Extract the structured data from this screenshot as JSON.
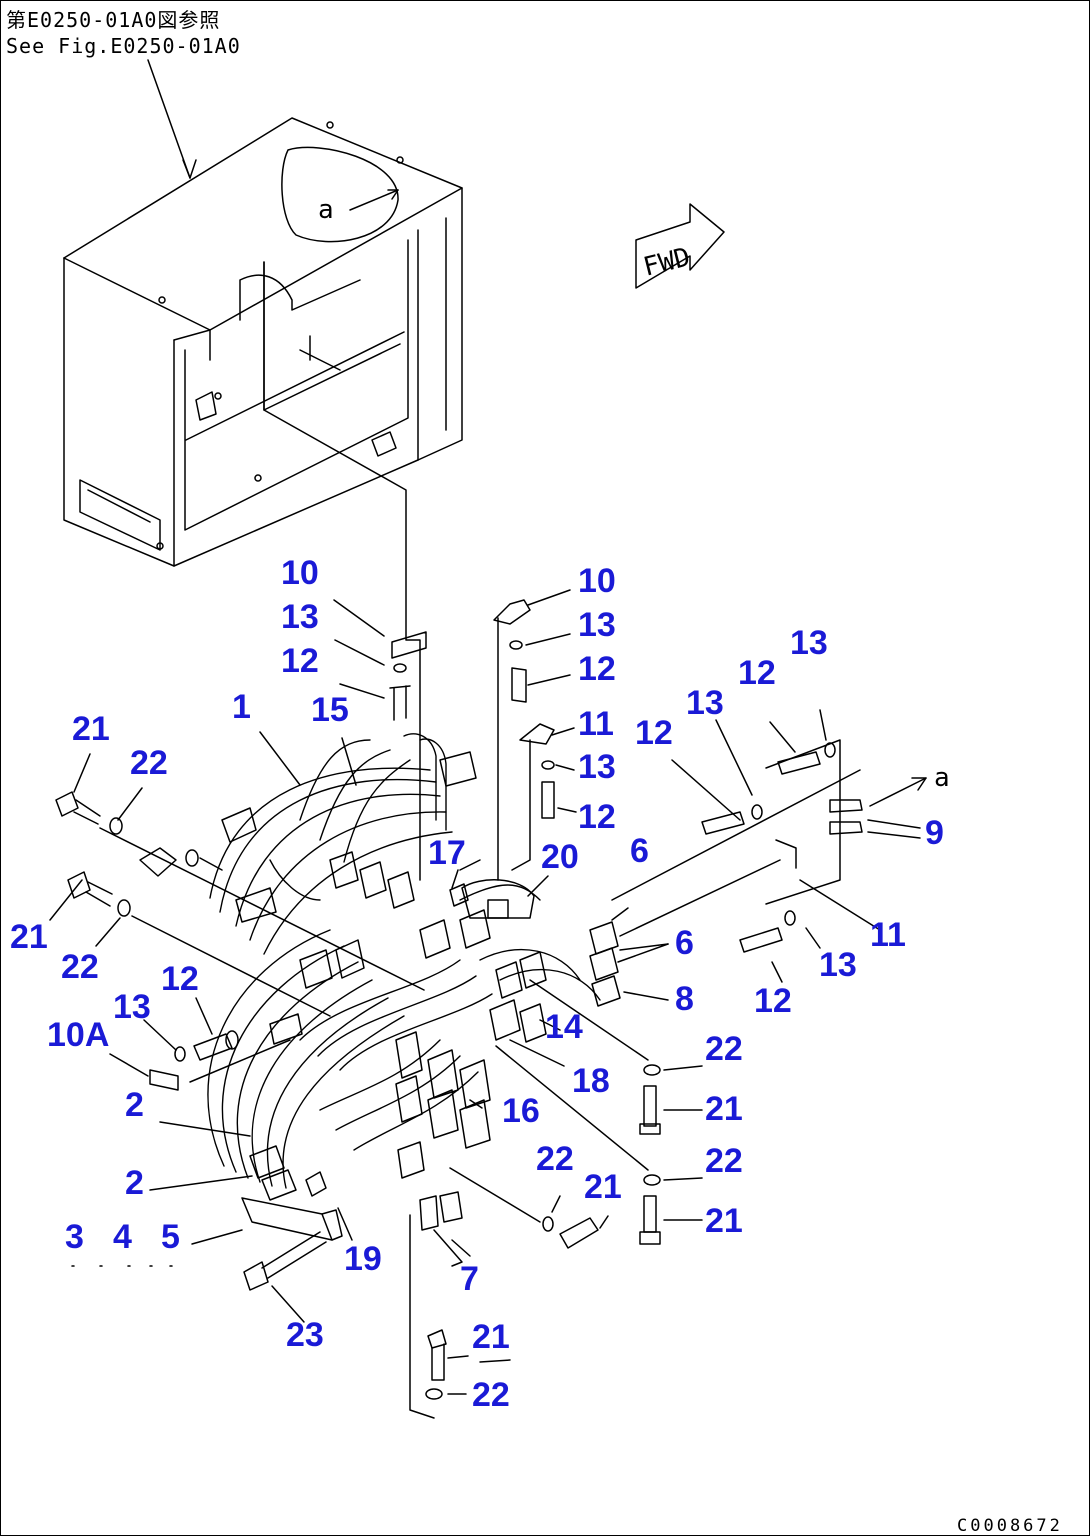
{
  "header": {
    "ref_jp": "第E0250-01A0図参照",
    "ref_en": "See Fig.E0250-01A0"
  },
  "arrow_label": "FWD",
  "view_marker": "a",
  "drawing_code": "C0008672",
  "callouts": [
    {
      "id": "c-10-left",
      "text": "10"
    },
    {
      "id": "c-13-left",
      "text": "13"
    },
    {
      "id": "c-12-left",
      "text": "12"
    },
    {
      "id": "c-1",
      "text": "1"
    },
    {
      "id": "c-15",
      "text": "15"
    },
    {
      "id": "c-21-a",
      "text": "21"
    },
    {
      "id": "c-22-a",
      "text": "22"
    },
    {
      "id": "c-21-b",
      "text": "21"
    },
    {
      "id": "c-22-b",
      "text": "22"
    },
    {
      "id": "c-12-b",
      "text": "12"
    },
    {
      "id": "c-13-b",
      "text": "13"
    },
    {
      "id": "c-10a",
      "text": "10A"
    },
    {
      "id": "c-2-a",
      "text": "2"
    },
    {
      "id": "c-2-b",
      "text": "2"
    },
    {
      "id": "c-3",
      "text": "3"
    },
    {
      "id": "c-4",
      "text": "4"
    },
    {
      "id": "c-5",
      "text": "5"
    },
    {
      "id": "c-19",
      "text": "19"
    },
    {
      "id": "c-23",
      "text": "23"
    },
    {
      "id": "c-7",
      "text": "7"
    },
    {
      "id": "c-21-c",
      "text": "21"
    },
    {
      "id": "c-22-c",
      "text": "22"
    },
    {
      "id": "c-10-right",
      "text": "10"
    },
    {
      "id": "c-13-right",
      "text": "13"
    },
    {
      "id": "c-12-right",
      "text": "12"
    },
    {
      "id": "c-11-a",
      "text": "11"
    },
    {
      "id": "c-13-c",
      "text": "13"
    },
    {
      "id": "c-12-c",
      "text": "12"
    },
    {
      "id": "c-17",
      "text": "17"
    },
    {
      "id": "c-20",
      "text": "20"
    },
    {
      "id": "c-6-a",
      "text": "6"
    },
    {
      "id": "c-6-b",
      "text": "6"
    },
    {
      "id": "c-8",
      "text": "8"
    },
    {
      "id": "c-14",
      "text": "14"
    },
    {
      "id": "c-18",
      "text": "18"
    },
    {
      "id": "c-16",
      "text": "16"
    },
    {
      "id": "c-22-d",
      "text": "22"
    },
    {
      "id": "c-21-d",
      "text": "21"
    },
    {
      "id": "c-22-e",
      "text": "22"
    },
    {
      "id": "c-21-e",
      "text": "21"
    },
    {
      "id": "c-22-f",
      "text": "22"
    },
    {
      "id": "c-21-f",
      "text": "21"
    },
    {
      "id": "c-12-d",
      "text": "12"
    },
    {
      "id": "c-13-d",
      "text": "13"
    },
    {
      "id": "c-12-e",
      "text": "12"
    },
    {
      "id": "c-13-e",
      "text": "13"
    },
    {
      "id": "c-9",
      "text": "9"
    },
    {
      "id": "c-11-b",
      "text": "11"
    },
    {
      "id": "c-13-f",
      "text": "13"
    },
    {
      "id": "c-12-f",
      "text": "12"
    }
  ]
}
